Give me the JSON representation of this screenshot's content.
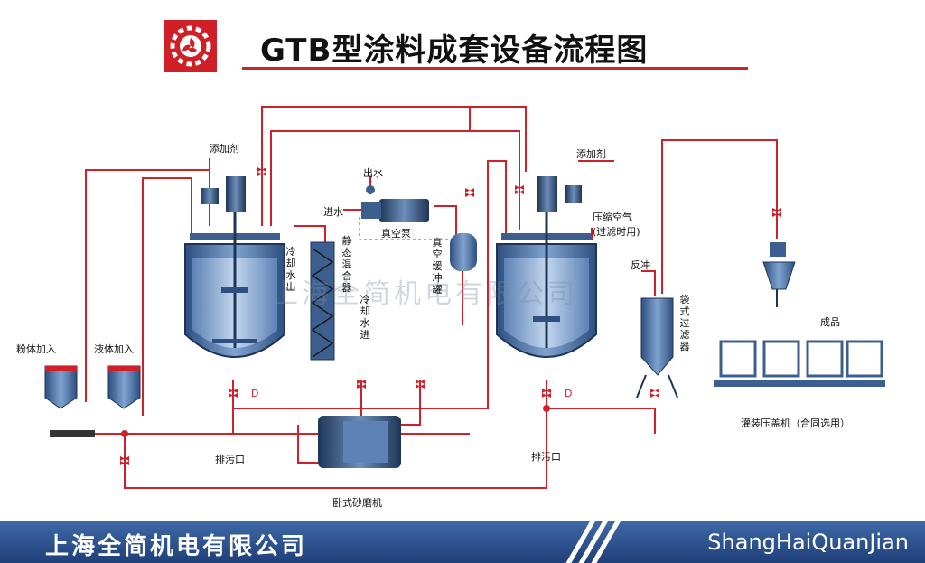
{
  "title": "GTB型涂料成套设备流程图",
  "watermark": "上海全简机电有限公司",
  "footer": {
    "company_cn": "上海全简机电有限公司",
    "company_en": "ShangHaiQuanJian"
  },
  "labels": {
    "additive_left": "添加剂",
    "additive_right": "添加剂",
    "powder_in": "粉体加入",
    "liquid_in": "液体加入",
    "cooling_water_out": "冷却水出",
    "cooling_water_in": "冷却水进",
    "static_mixer": "静态混合器",
    "water_out": "出水",
    "water_in": "进水",
    "vacuum_pump": "真空泵",
    "vacuum_buffer": "真空缓冲罐",
    "compressed_air": "压缩空气",
    "compressed_air_note": "(过滤时用)",
    "backflush": "反冲",
    "bag_filter": "袋式过滤器",
    "finished_product": "成品",
    "filling_machine": "灌装压盖机（合同选用）",
    "drain_left": "排污口",
    "drain_right": "排污口",
    "sand_mill": "卧式砂磨机",
    "valve_d_left": "D",
    "valve_d_right": "D"
  },
  "colors": {
    "pipe": "#d0202a",
    "vessel": "#3c5f8f",
    "vessel_light": "#8fb1d6",
    "footer": "#2b5192",
    "logo": "#d01f26"
  }
}
